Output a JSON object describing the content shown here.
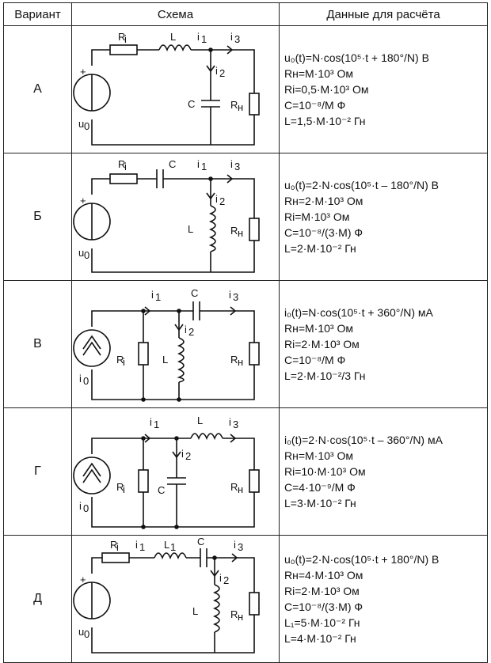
{
  "header": {
    "col_variant": "Вариант",
    "col_scheme": "Схема",
    "col_data": "Данные для расчёта"
  },
  "rows": [
    {
      "variant": "А",
      "labels": {
        "Ri": "R",
        "L": "L",
        "i1": "i",
        "i3": "i",
        "i2": "i",
        "C": "C",
        "Rn": "R",
        "u0": "u",
        "plus": "+"
      },
      "data": [
        "u₀(t)=N·cos(10⁵·t + 180°/N)  В",
        "Rн=M·10³  Ом",
        "Ri=0,5·M·10³  Ом",
        "C=10⁻⁸/M  Ф",
        "L=1,5·M·10⁻²  Гн"
      ]
    },
    {
      "variant": "Б",
      "labels": {
        "Ri": "R",
        "C": "C",
        "i1": "i",
        "i3": "i",
        "i2": "i",
        "L": "L",
        "Rn": "R",
        "u0": "u",
        "plus": "+"
      },
      "data": [
        "u₀(t)=2·N·cos(10⁵·t – 180°/N)  В",
        "Rн=2·M·10³  Ом",
        "Ri=M·10³  Ом",
        "C=10⁻⁸/(3·M)  Ф",
        "L=2·M·10⁻²  Гн"
      ]
    },
    {
      "variant": "В",
      "labels": {
        "i1": "i",
        "C": "C",
        "i3": "i",
        "i2": "i",
        "Ri": "R",
        "L": "L",
        "Rn": "R",
        "i0": "i"
      },
      "data": [
        "i₀(t)=N·cos(10⁵·t + 360°/N)  мА",
        "Rн=M·10³  Ом",
        "Ri=2·M·10³  Ом",
        "C=10⁻⁸/M  Ф",
        "L=2·M·10⁻²/3  Гн"
      ]
    },
    {
      "variant": "Г",
      "labels": {
        "i1": "i",
        "L": "L",
        "i3": "i",
        "i2": "i",
        "Ri": "R",
        "C": "C",
        "Rn": "R",
        "i0": "i"
      },
      "data": [
        "i₀(t)=2·N·cos(10⁵·t – 360°/N)  мА",
        "Rн=M·10³  Ом",
        "Ri=10·M·10³  Ом",
        "C=4·10⁻⁹/M  Ф",
        "L=3·M·10⁻²  Гн"
      ]
    },
    {
      "variant": "Д",
      "labels": {
        "Ri": "R",
        "i1": "i",
        "L1": "L",
        "C": "C",
        "i3": "i",
        "i2": "i",
        "L": "L",
        "Rn": "R",
        "u0": "u",
        "plus": "+"
      },
      "data": [
        "u₀(t)=2·N·cos(10⁵·t + 180°/N)  В",
        "Rн=4·M·10³  Ом",
        "Ri=2·M·10³  Ом",
        "C=10⁻⁸/(3·M)  Ф",
        "L₁=5·M·10⁻²  Гн",
        "L=4·M·10⁻²  Гн"
      ]
    }
  ]
}
